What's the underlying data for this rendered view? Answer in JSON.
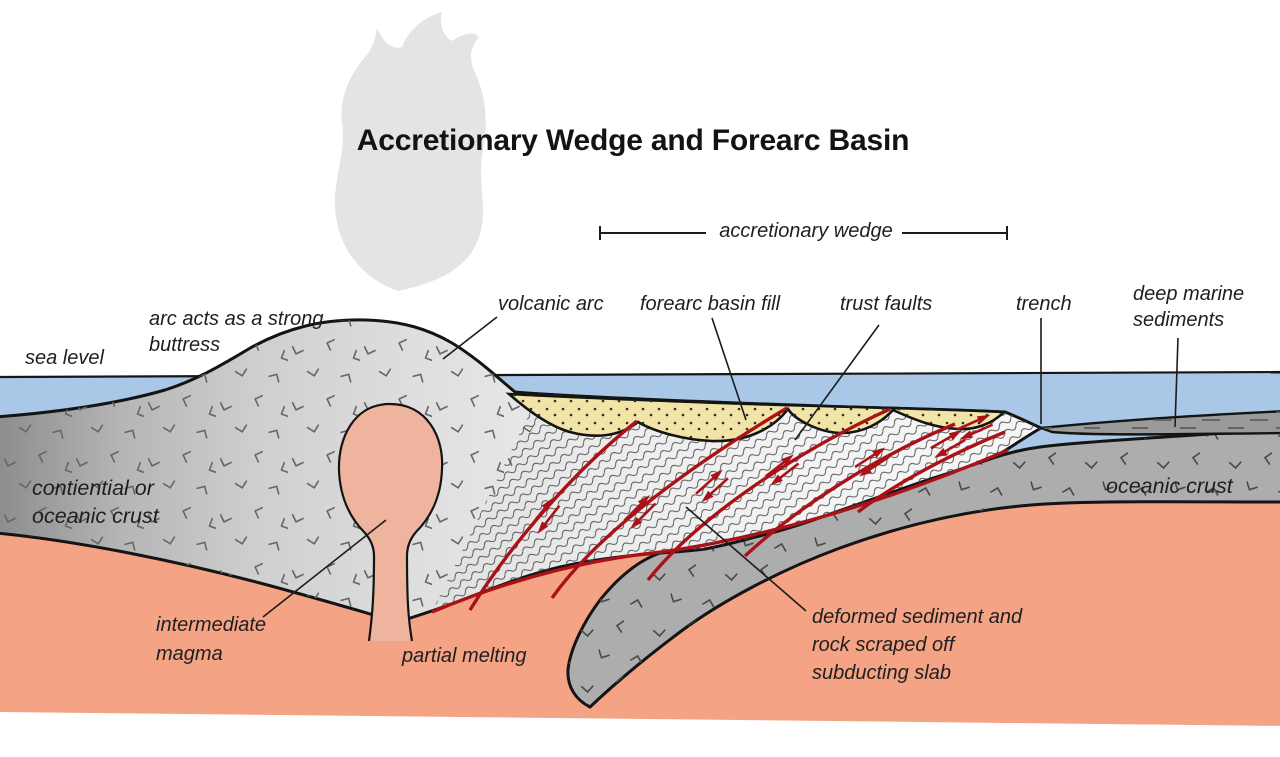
{
  "title": "Accretionary Wedge and Forearc Basin",
  "bracket_label": "accretionary wedge",
  "labels": {
    "sea_level": "sea level",
    "buttress": "arc acts as a strong\nbuttress",
    "volcanic_arc": "volcanic arc",
    "forearc_basin_fill": "forearc basin fill",
    "trust_faults": "trust faults",
    "trench": "trench",
    "deep_marine_sediments": "deep marine\nsediments",
    "continental_crust": "contiential or\noceanic crust",
    "oceanic_crust": "oceanic crust",
    "intermediate_magma": "intermediate\nmagma",
    "partial_melting": "partial melting",
    "deformed_sediment": "deformed sediment and\nrock scraped off\nsubducting slab"
  },
  "colors": {
    "sea": "#a9c7e6",
    "mantle": "#f4a384",
    "magma": "#efb49e",
    "basin_fill": "#f1e4a6",
    "crust_light": "#f6f6f6",
    "crust_dark": "#8c8c8c",
    "slab": "#adadad",
    "marine_sediments": "#9a9a9a",
    "fault_red": "#ab1218",
    "smoke": "#e4e4e6",
    "outline": "#141414"
  }
}
